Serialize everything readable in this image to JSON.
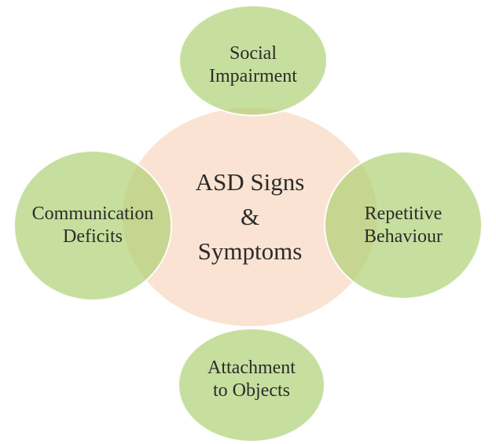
{
  "center": {
    "line1": "ASD Signs",
    "line2": "&",
    "line3": "Symptoms"
  },
  "nodes": [
    {
      "id": "social-impairment",
      "position": "top",
      "label": "Social\nImpairment"
    },
    {
      "id": "communication-deficits",
      "position": "left",
      "label": "Communication\nDeficits"
    },
    {
      "id": "repetitive-behaviour",
      "position": "right",
      "label": "Repetitive\nBehaviour"
    },
    {
      "id": "attachment-to-objects",
      "position": "bottom",
      "label": "Attachment\nto Objects"
    }
  ],
  "colors": {
    "background": "#FFFFFF",
    "center_fill": "#FAE3D2",
    "node_fill_over_white": "#C6DF9E",
    "node_fill_over_center": "#C5D690",
    "node_outline": "#FCFBF3",
    "text": "#2B2B2B"
  }
}
